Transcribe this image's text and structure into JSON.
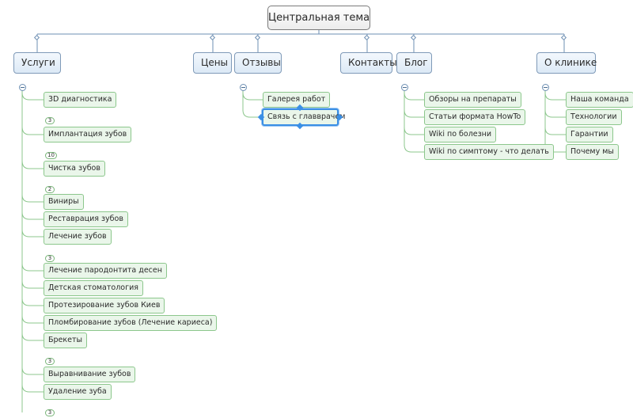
{
  "central_topic": "Центральная тема",
  "branches": {
    "uslugi": {
      "label": "Услуги",
      "items": [
        "3D диагностика",
        "Имплантация зубов",
        "Чистка зубов",
        "Виниры",
        "Реставрация зубов",
        "Лечение зубов",
        "Лечение пародонтита десен",
        "Детская стоматология",
        "Протезирование зубов Киев",
        "Пломбирование зубов (Лечение кариеса)",
        "Брекеты",
        "Выравнивание зубов",
        "Удаление зуба"
      ],
      "badges": [
        "3",
        "10",
        "2",
        "3",
        "3",
        "3"
      ]
    },
    "tseny": {
      "label": "Цены"
    },
    "otzyvy": {
      "label": "Отзывы",
      "items": [
        "Галерея работ",
        "Связь с главврачем"
      ]
    },
    "kontakty": {
      "label": "Контакты"
    },
    "blog": {
      "label": "Блог",
      "items": [
        "Обзоры на препараты",
        "Статьи формата HowTo",
        "Wiki по болезни",
        "Wiki по симптому - что делать"
      ]
    },
    "o_klinike": {
      "label": "О клинике",
      "items": [
        "Наша команда",
        "Технологии",
        "Гарантии",
        "Почему мы"
      ]
    }
  }
}
